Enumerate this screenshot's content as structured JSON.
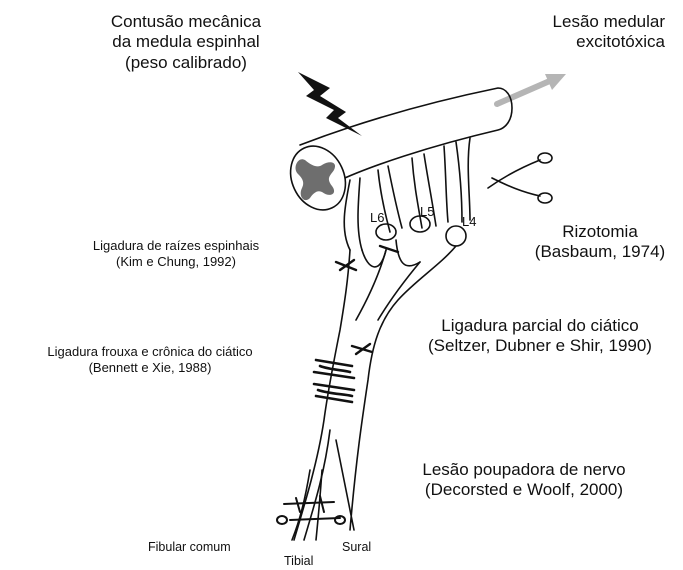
{
  "labels": {
    "contusao_1": "Contusão mecânica",
    "contusao_2": "da medula espinhal",
    "contusao_3": "(peso calibrado)",
    "lesao_medular_1": "Lesão medular",
    "lesao_medular_2": "excitotóxica",
    "rizotomia_1": "Rizotomia",
    "rizotomia_2": "(Basbaum, 1974)",
    "raizes_1": "Ligadura de raízes espinhais",
    "raizes_2": "(Kim e Chung, 1992)",
    "parcial_1": "Ligadura parcial do ciático",
    "parcial_2": "(Seltzer, Dubner e Shir, 1990)",
    "frouxa_1": "Ligadura frouxa e crônica do ciático",
    "frouxa_2": "(Bennett e Xie, 1988)",
    "poupadora_1": "Lesão poupadora de nervo",
    "poupadora_2": "(Decorsted e Woolf, 2000)",
    "fibular": "Fibular comum",
    "tibial": "Tibial",
    "sural": "Sural",
    "l6": "L6",
    "l5": "L5",
    "l4": "L4"
  },
  "colors": {
    "grey_matter": "#6e6e6e",
    "arrow": "#b5b5b5",
    "ink": "#111111"
  }
}
